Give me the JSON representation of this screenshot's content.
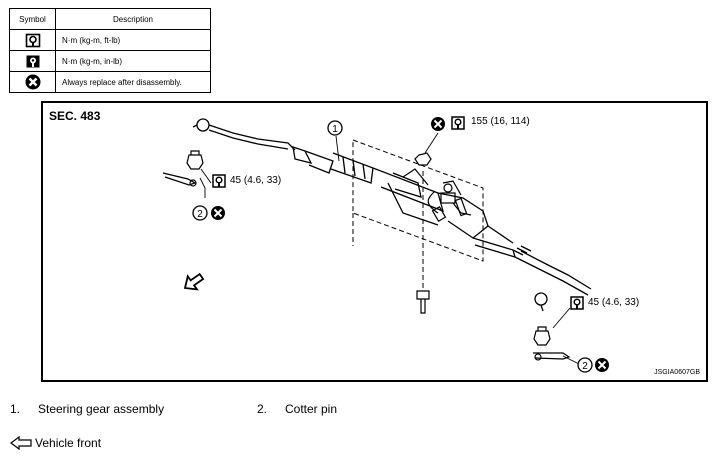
{
  "legend": {
    "header_symbol": "Symbol",
    "header_description": "Description",
    "rows": [
      {
        "icon": "torque-wrench-ftlb-icon",
        "description": "N·m (kg-m, ft-lb)"
      },
      {
        "icon": "torque-wrench-inlb-icon",
        "description": "N·m (kg-m, in-lb)"
      },
      {
        "icon": "replace-x-icon",
        "description": "Always replace after disassembly."
      }
    ]
  },
  "figure": {
    "section": "SEC. 483",
    "code": "JSGIA0607GB",
    "torques": {
      "nut_upper_right": "155 (16, 114)",
      "tie_rod_left": "45 (4.6, 33)",
      "tie_rod_right": "45 (4.6, 33)"
    },
    "callouts": {
      "part1": "1",
      "part2_left": "2",
      "part2_right": "2"
    }
  },
  "parts": [
    {
      "number": "1.",
      "name": "Steering gear assembly"
    },
    {
      "number": "2.",
      "name": "Cotter pin"
    }
  ],
  "vehicle_front_label": "Vehicle front"
}
